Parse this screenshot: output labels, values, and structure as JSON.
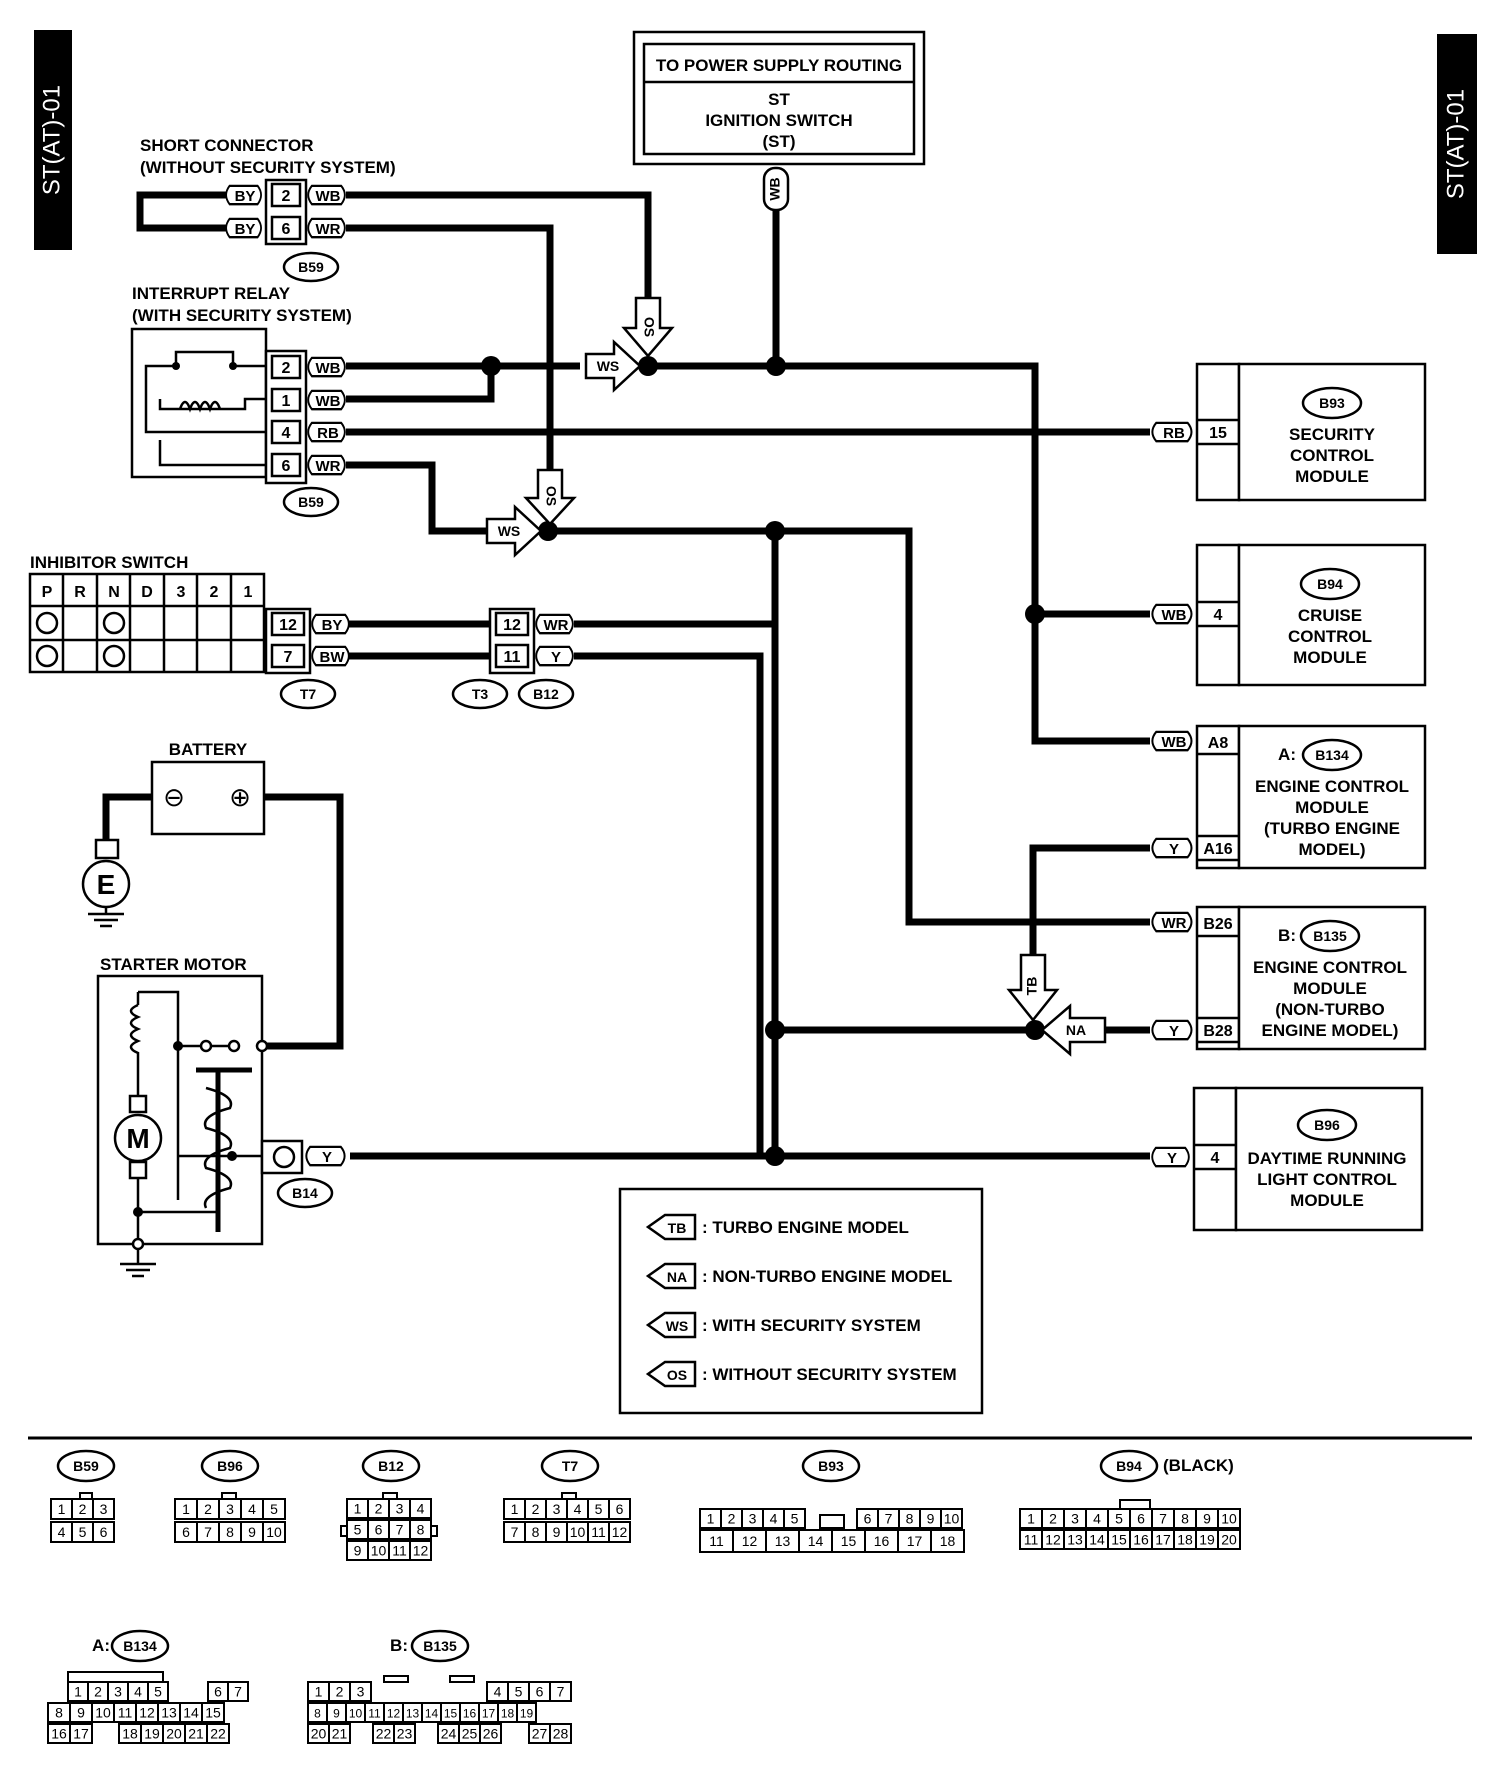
{
  "page_tags": [
    "ST(AT)-01",
    "ST(AT)-01"
  ],
  "power_box": {
    "title": "TO POWER SUPPLY ROUTING",
    "line1": "ST",
    "line2": "IGNITION SWITCH",
    "line3": "(ST)"
  },
  "short_connector": {
    "line1": "SHORT CONNECTOR",
    "line2": "(WITHOUT SECURITY SYSTEM)"
  },
  "interrupt_relay": {
    "line1": "INTERRUPT RELAY",
    "line2": "(WITH SECURITY SYSTEM)"
  },
  "inhibitor_switch": {
    "title": "INHIBITOR SWITCH",
    "positions": [
      "P",
      "R",
      "N",
      "D",
      "3",
      "2",
      "1"
    ]
  },
  "battery": {
    "title": "BATTERY",
    "neg": "⊖",
    "pos": "⊕"
  },
  "ground_e": "E",
  "starter_motor": {
    "title": "STARTER MOTOR",
    "motor": "M"
  },
  "modules": {
    "b93": {
      "conn": "B93",
      "line1": "SECURITY",
      "line2": "CONTROL",
      "line3": "MODULE",
      "wire": "RB",
      "pin": "15"
    },
    "b94": {
      "conn": "B94",
      "line1": "CRUISE",
      "line2": "CONTROL",
      "line3": "MODULE",
      "wire": "WB",
      "pin": "4"
    },
    "b134": {
      "prefix": "A:",
      "conn": "B134",
      "line1": "ENGINE CONTROL",
      "line2": "MODULE",
      "line3": "(TURBO ENGINE",
      "line4": "MODEL)",
      "wire1": "WB",
      "pin1": "A8",
      "wire2": "Y",
      "pin2": "A16"
    },
    "b135": {
      "prefix": "B:",
      "conn": "B135",
      "line1": "ENGINE CONTROL",
      "line2": "MODULE",
      "line3": "(NON-TURBO",
      "line4": "ENGINE MODEL)",
      "wire1": "WR",
      "pin1": "B26",
      "wire2": "Y",
      "pin2": "B28"
    },
    "b96": {
      "conn": "B96",
      "line1": "DAYTIME RUNNING",
      "line2": "LIGHT CONTROL",
      "line3": "MODULE",
      "wire": "Y",
      "pin": "4"
    }
  },
  "wires": {
    "sc": [
      {
        "left": "BY",
        "pin": "2",
        "right": "WB"
      },
      {
        "left": "BY",
        "pin": "6",
        "right": "WR"
      }
    ],
    "relay": [
      {
        "pin": "2",
        "wire": "WB"
      },
      {
        "pin": "1",
        "wire": "WB"
      },
      {
        "pin": "4",
        "wire": "RB"
      },
      {
        "pin": "6",
        "wire": "WR"
      }
    ],
    "inhibitor": [
      {
        "pin": "12",
        "wire": "BY"
      },
      {
        "pin": "7",
        "wire": "BW"
      }
    ],
    "t3": [
      {
        "pin": "12",
        "wire": "WR"
      },
      {
        "pin": "11",
        "wire": "Y"
      }
    ],
    "ig": "WB",
    "starter": "Y"
  },
  "conn_labels": {
    "sc": "B59",
    "relay": "B59",
    "t7": "T7",
    "t3": "T3",
    "b12": "B12",
    "b14": "B14"
  },
  "arrow_tags": {
    "os1": "OS",
    "ws1": "WS",
    "os2": "OS",
    "ws2": "WS",
    "tb": "TB",
    "na": "NA"
  },
  "legend": [
    {
      "tag": "TB",
      "text": ": TURBO ENGINE MODEL"
    },
    {
      "tag": "NA",
      "text": ": NON-TURBO ENGINE MODEL"
    },
    {
      "tag": "WS",
      "text": ": WITH SECURITY SYSTEM"
    },
    {
      "tag": "OS",
      "text": ": WITHOUT SECURITY SYSTEM"
    }
  ],
  "pinouts": {
    "b59": {
      "label": "B59",
      "row1": [
        "1",
        "2",
        "3"
      ],
      "row2": [
        "4",
        "5",
        "6"
      ]
    },
    "b96": {
      "label": "B96",
      "row1": [
        "1",
        "2",
        "3",
        "4",
        "5"
      ],
      "row2": [
        "6",
        "7",
        "8",
        "9",
        "10"
      ]
    },
    "b12": {
      "label": "B12",
      "row1": [
        "1",
        "2",
        "3",
        "4"
      ],
      "row2": [
        "5",
        "6",
        "7",
        "8"
      ],
      "row3": [
        "9",
        "10",
        "11",
        "12"
      ]
    },
    "t7": {
      "label": "T7",
      "row1": [
        "1",
        "2",
        "3",
        "4",
        "5",
        "6"
      ],
      "row2": [
        "7",
        "8",
        "9",
        "10",
        "11",
        "12"
      ]
    },
    "b93": {
      "label": "B93",
      "row1": [
        "1",
        "2",
        "3",
        "4",
        "5",
        "6",
        "7",
        "8",
        "9",
        "10"
      ],
      "row2": [
        "11",
        "12",
        "13",
        "14",
        "15",
        "16",
        "17",
        "18"
      ]
    },
    "b94": {
      "label": "B94",
      "note": "(BLACK)",
      "row1": [
        "1",
        "2",
        "3",
        "4",
        "5",
        "6",
        "7",
        "8",
        "9",
        "10"
      ],
      "row2": [
        "11",
        "12",
        "13",
        "14",
        "15",
        "16",
        "17",
        "18",
        "19",
        "20"
      ]
    },
    "b134": {
      "prefix": "A:",
      "label": "B134",
      "row1": [
        "1",
        "2",
        "3",
        "4",
        "5",
        "6",
        "7"
      ],
      "row2": [
        "8",
        "9",
        "10",
        "11",
        "12",
        "13",
        "14",
        "15"
      ],
      "row3": [
        "16",
        "17",
        "18",
        "19",
        "20",
        "21",
        "22"
      ]
    },
    "b135": {
      "prefix": "B:",
      "label": "B135",
      "row1": [
        "1",
        "2",
        "3",
        "4",
        "5",
        "6",
        "7"
      ],
      "row2": [
        "8",
        "9",
        "10",
        "11",
        "12",
        "13",
        "14",
        "15",
        "16",
        "17",
        "18",
        "19"
      ],
      "row3": [
        "20",
        "21",
        "22",
        "23",
        "24",
        "25",
        "26",
        "27",
        "28"
      ]
    }
  }
}
